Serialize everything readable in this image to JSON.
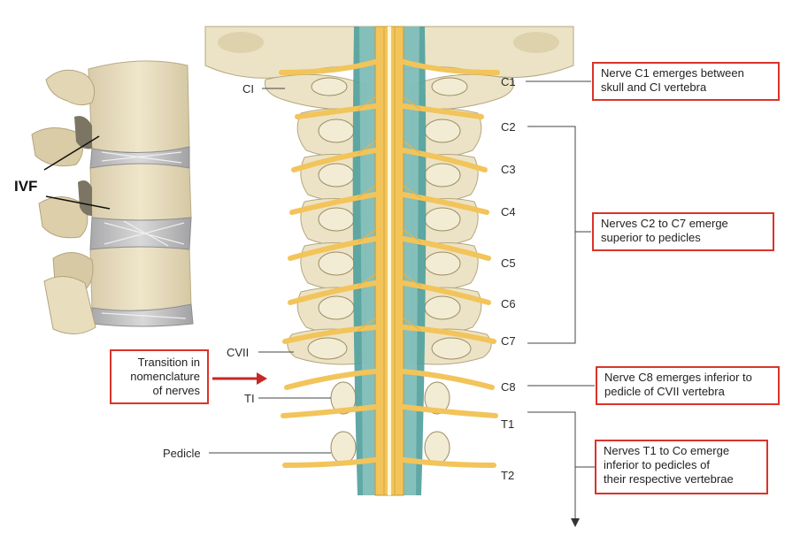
{
  "labels": {
    "ivf": "IVF",
    "ci": "CI",
    "cvii": "CVII",
    "ti": "TI",
    "pedicle": "Pedicle",
    "c1": "C1",
    "c2": "C2",
    "c3": "C3",
    "c4": "C4",
    "c5": "C5",
    "c6": "C6",
    "c7": "C7",
    "c8": "C8",
    "t1": "T1",
    "t2": "T2"
  },
  "callouts": {
    "transition": "Transition in\nnomenclature\nof nerves",
    "c1": "Nerve C1 emerges between\nskull and CI vertebra",
    "c2_c7": "Nerves C2 to C7 emerge\nsuperior to pedicles",
    "c8": "Nerve C8 emerges inferior to\npedicle of CVII vertebra",
    "t1_co": "Nerves T1 to Co emerge\ninferior to pedicles of\ntheir respective vertebrae"
  },
  "colors": {
    "callout_border": "#d9342b",
    "arrow": "#c62828",
    "nerve": "#f2c45a",
    "bone": "#e9dfc0",
    "dura": "#4f9e9c"
  }
}
